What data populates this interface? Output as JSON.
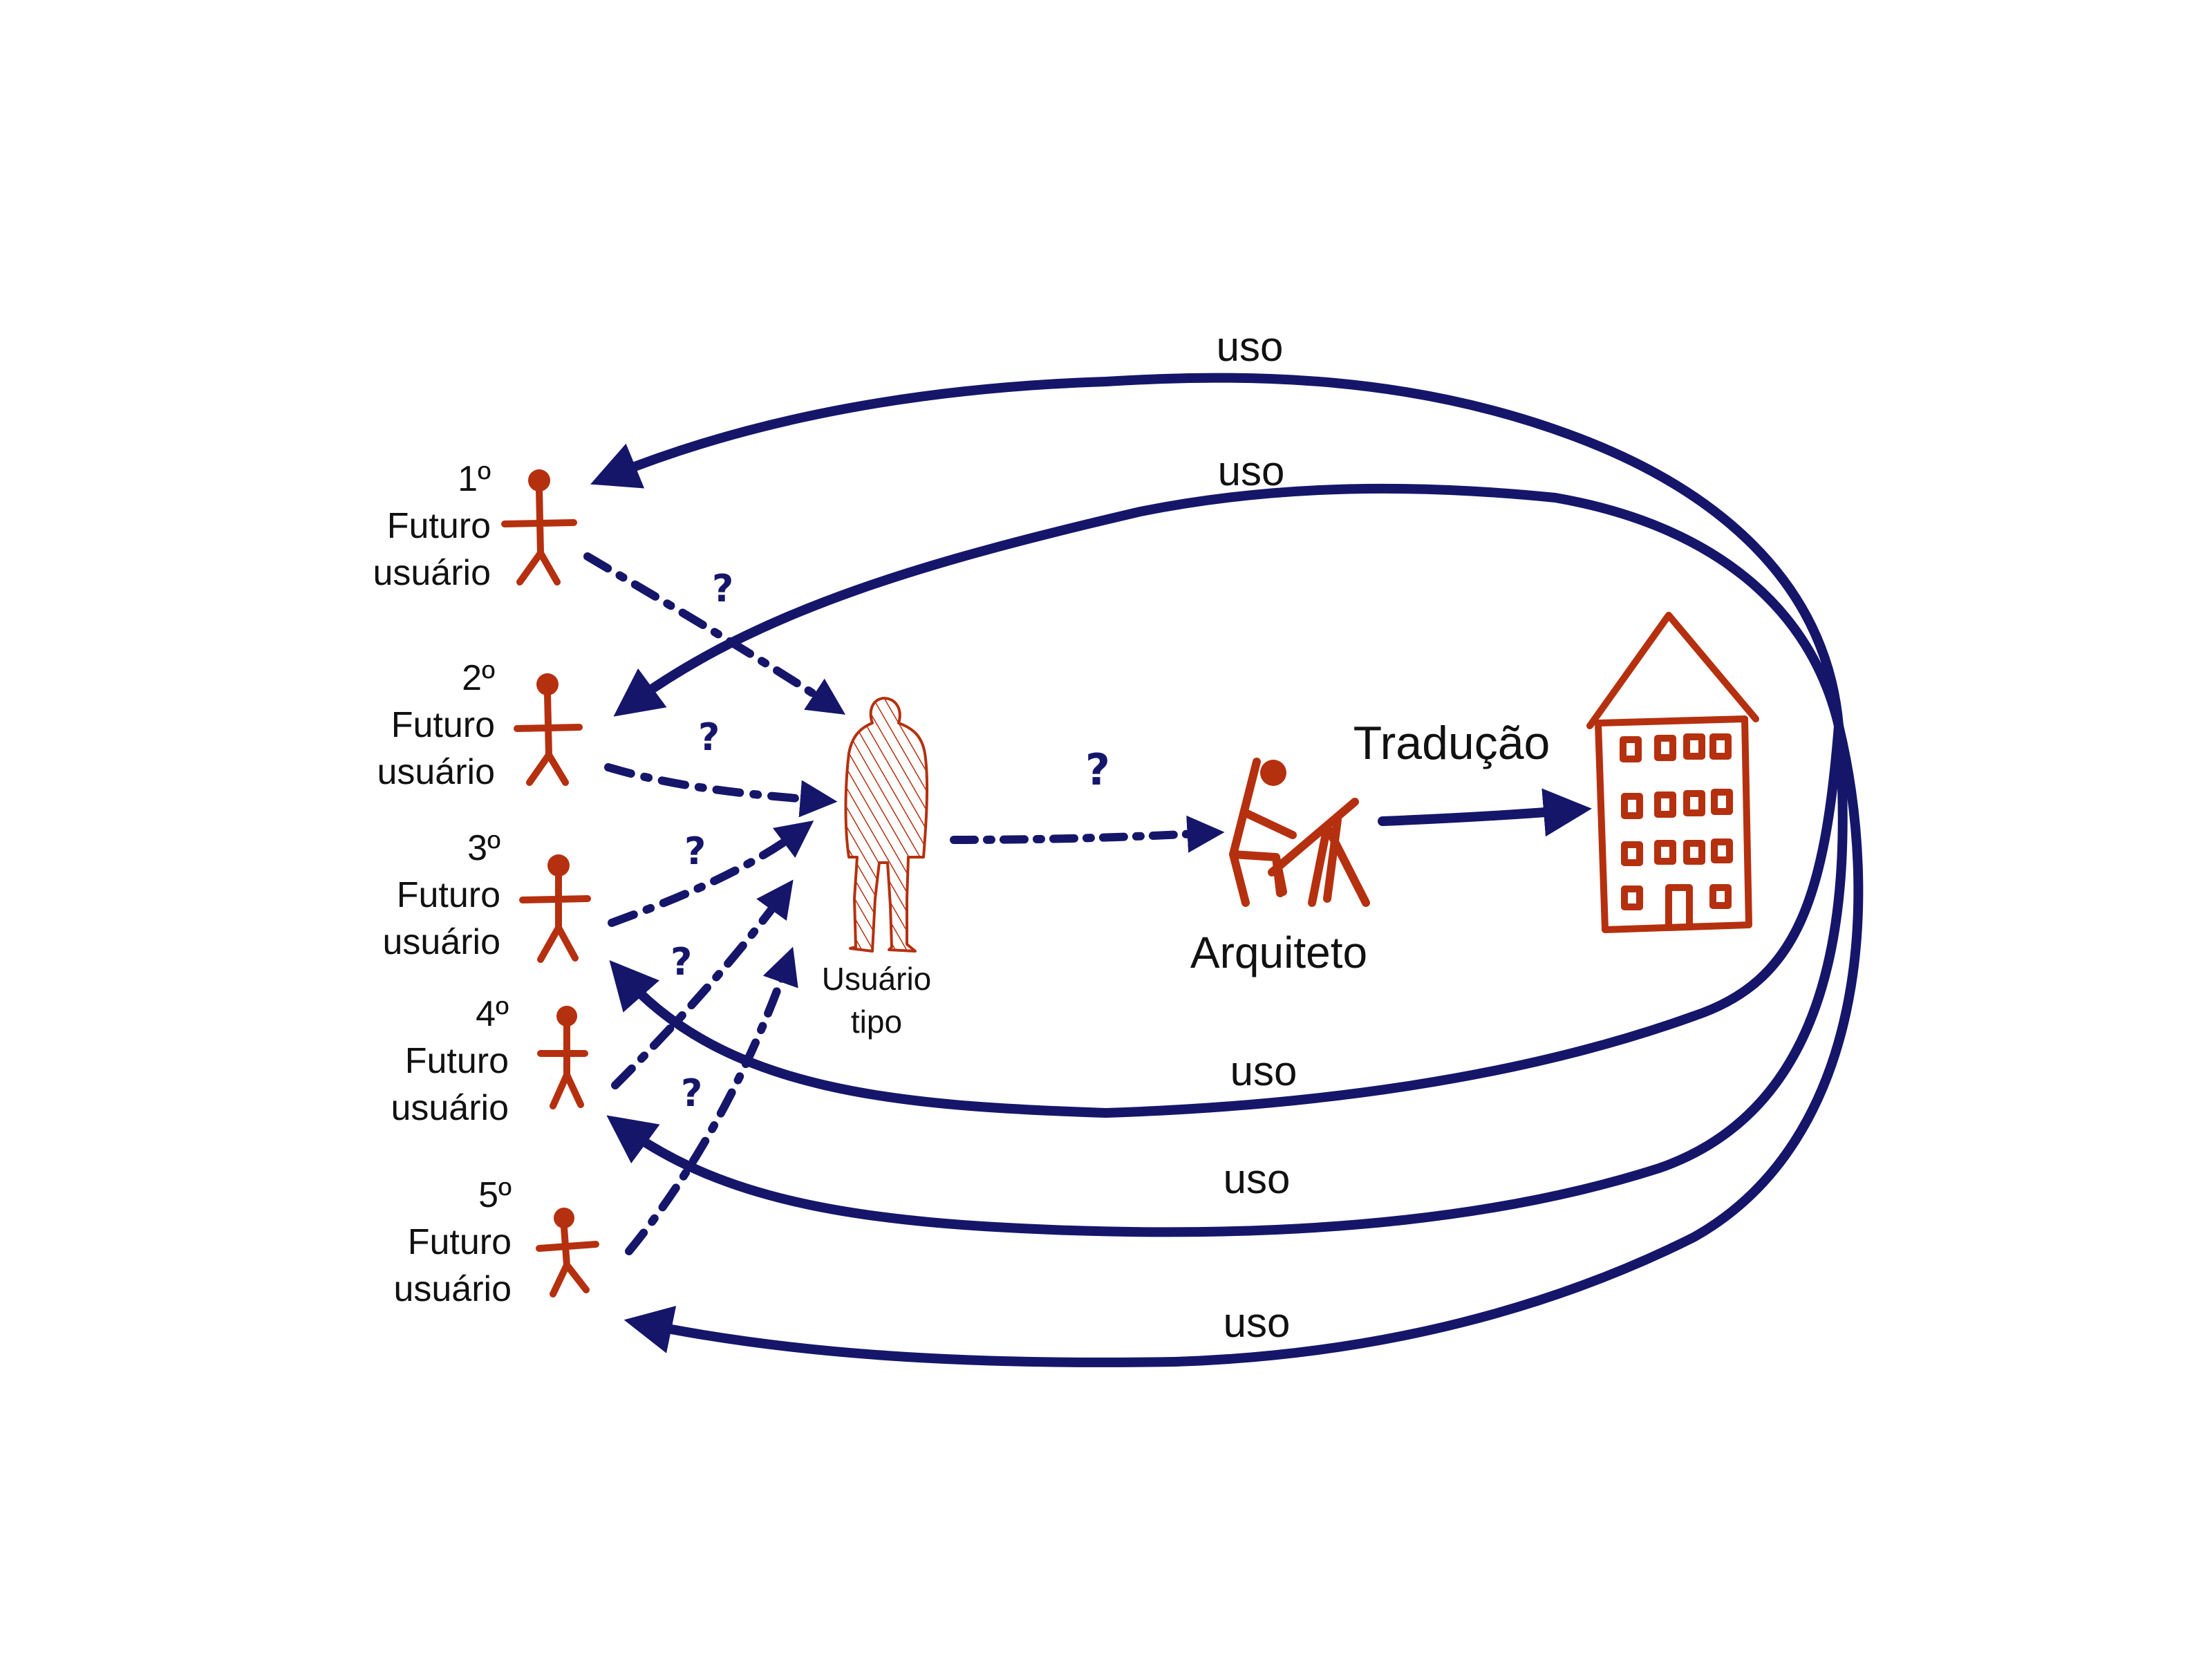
{
  "colors": {
    "navy": "#15166a",
    "rust": "#b5300f",
    "text": "#111111"
  },
  "users": [
    {
      "ordinal": "1º",
      "line1": "Futuro",
      "line2": "usuário"
    },
    {
      "ordinal": "2º",
      "line1": "Futuro",
      "line2": "usuário"
    },
    {
      "ordinal": "3º",
      "line1": "Futuro",
      "line2": "usuário"
    },
    {
      "ordinal": "4º",
      "line1": "Futuro",
      "line2": "usuário"
    },
    {
      "ordinal": "5º",
      "line1": "Futuro",
      "line2": "usuário"
    }
  ],
  "usuario_tipo": {
    "line1": "Usuário",
    "line2": "tipo"
  },
  "arquiteto": {
    "label": "Arquiteto"
  },
  "traducao": {
    "label": "Tradução"
  },
  "question_mark": "?",
  "uso_labels": [
    "uso",
    "uso",
    "uso",
    "uso",
    "uso"
  ],
  "icons": [
    "stick-figure-icon",
    "hatched-person-icon",
    "architect-at-desk-icon",
    "building-icon"
  ]
}
